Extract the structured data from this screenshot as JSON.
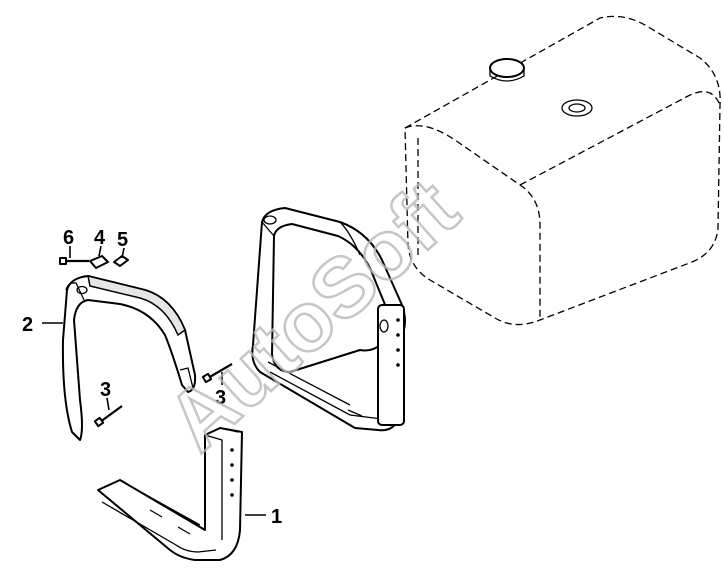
{
  "diagram": {
    "callouts": {
      "c1": "1",
      "c2": "2",
      "c3a": "3",
      "c3b": "3",
      "c4": "4",
      "c5": "5",
      "c6": "6"
    },
    "watermark": "AutoSoft"
  }
}
